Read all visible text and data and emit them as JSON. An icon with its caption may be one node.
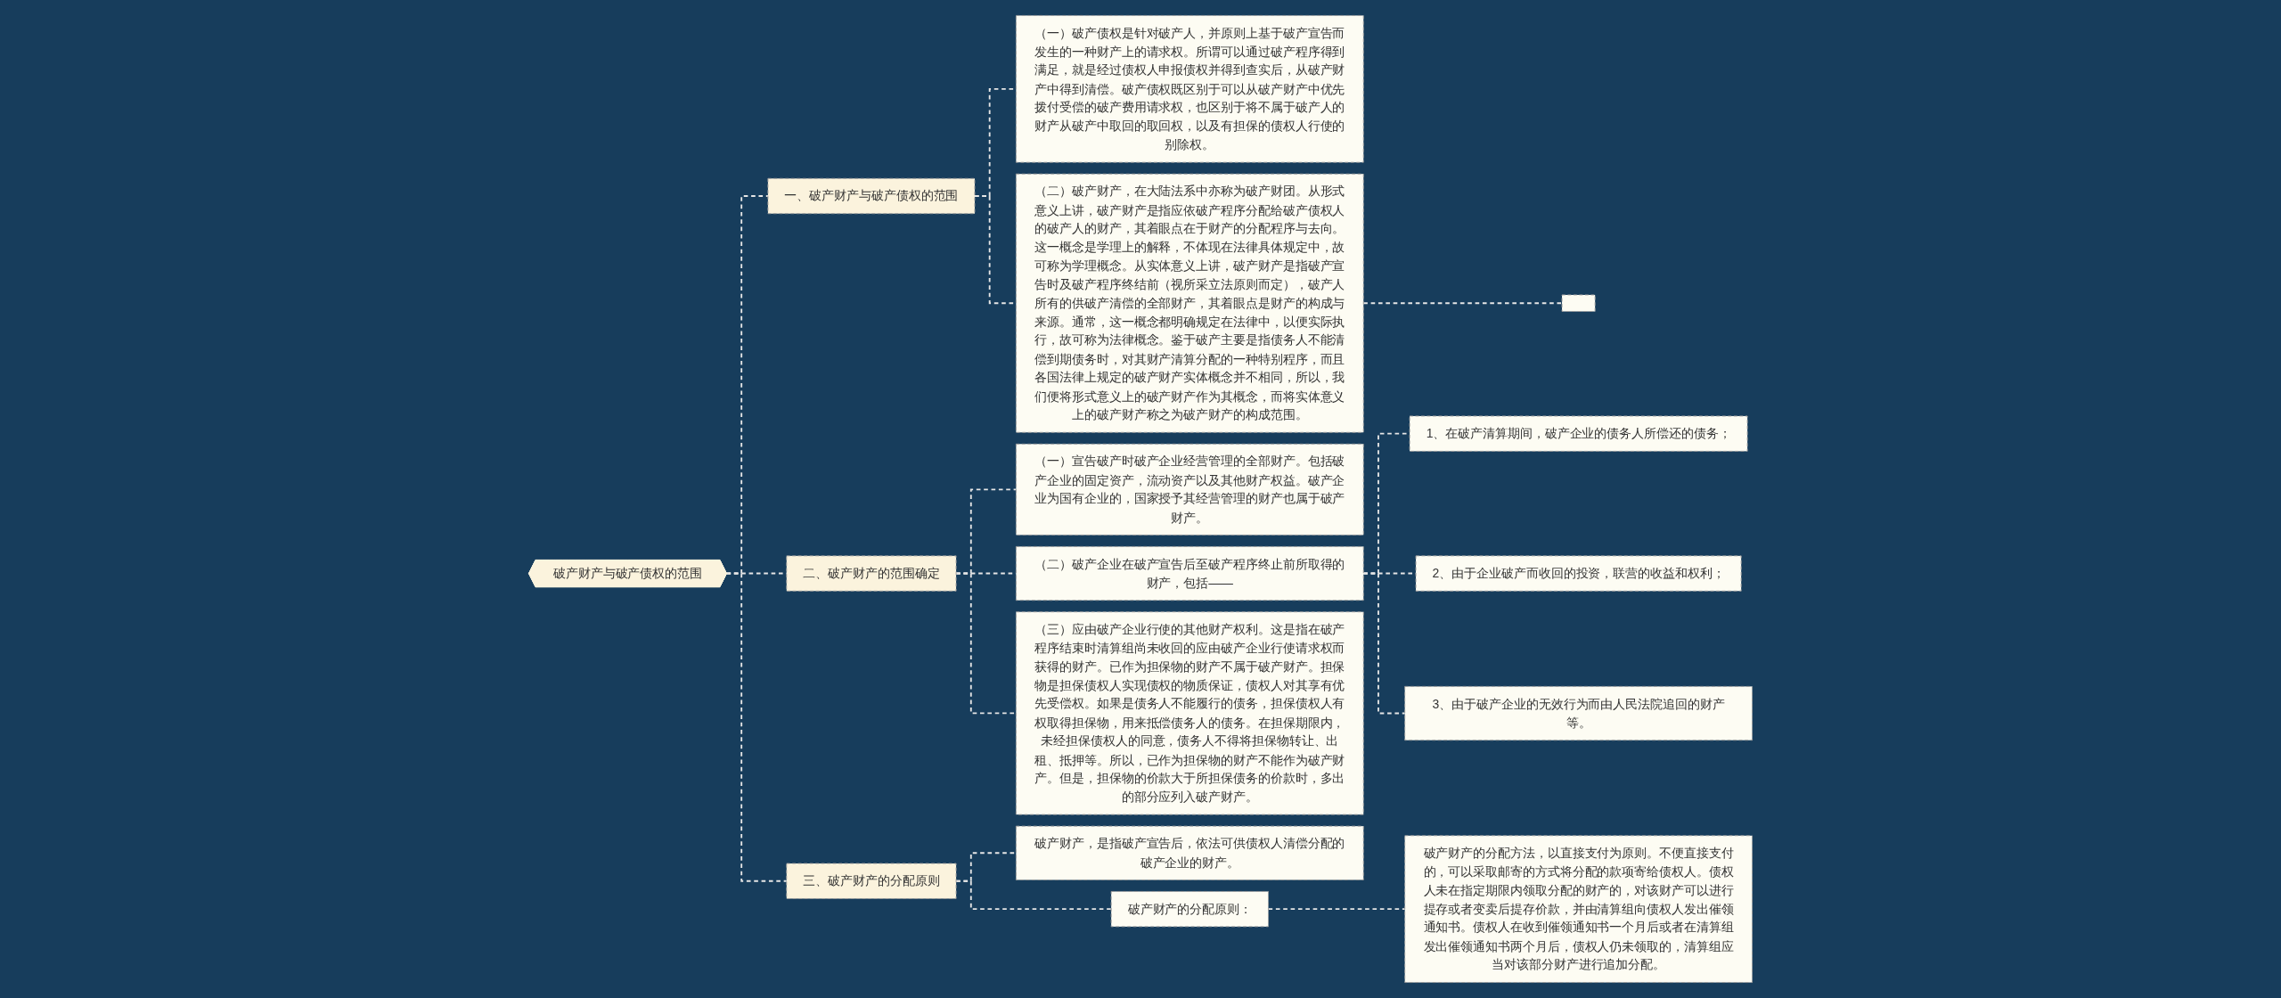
{
  "diagram": {
    "nodes": [
      {
        "text": [
          "破产财产与破产债权的范围"
        ]
      },
      {
        "text": [
          "一、破产财产与破产债权的范围"
        ]
      },
      {
        "text": [
          "（一）破产债权是针对破产人，并原则上基于破产宣告而发生的一种财产上的请求权。所谓可以通过破产程序得到满足，就是经过债权人申报债权并得到查实后，从破产财产中得到清偿。破产债权既区别于可以从破产财产中优先拨付受偿的破产费用请求权，也区别于将不属于破产人的财产从破产中取回的取回权，以及有担保的债权人行使的别除权。"
        ]
      },
      {
        "text": [
          "（二）破产财产，在大陆法系中亦称为破产财团。从形式意义上讲，破产财产是指应依破产程序分配给破产债权人的破产人的财产，其着眼点在于财产的分配程序与去向。这一概念是学理上的解释，不体现在法律具体规定中，故可称为学理概念。从实体意义上讲，破产财产是指破产宣告时及破产程序终结前（视所采立法原则而定），破产人所有的供破产清偿的全部财产，其着眼点是财产的构成与来源。通常，这一概念都明确规定在法律中，以便实际执行，故可称为法律概念。鉴于破产主要是指债务人不能清偿到期债务时，对其财产清算分配的一种特别程序，而且各国法律上规定的破产财产实体概念并不相同，所以，我们便将形式意义上的破产财产作为其概念，而将实体意义上的破产财产称之为破产财产的构成范围。"
        ]
      },
      {
        "text": [],
        "shape": "box"
      },
      {
        "text": [
          "二、破产财产的范围确定"
        ]
      },
      {
        "text": [
          "（一）宣告破产时破产企业经营管理的全部财产。包括破产企业的固定资产，流动资产以及其他财产权益。破产企业为国有企业的，国家授予其经营管理的财产也属于破产财产。"
        ]
      },
      {
        "text": [
          "（二）破产企业在破产宣告后至破产程序终止前所取得的财产，包括——"
        ]
      },
      {
        "text": [
          "1、在破产清算期间，破产企业的债务人所偿还的债务；"
        ]
      },
      {
        "text": [
          "2、由于企业破产而收回的投资，联营的收益和权利；"
        ]
      },
      {
        "text": [
          "3、由于破产企业的无效行为而由人民法院追回的财产等。"
        ]
      },
      {
        "text": [
          "（三）应由破产企业行使的其他财产权利。这是指在破产程序结束时清算组尚未收回的应由破产企业行使请求权而获得的财产。已作为担保物的财产不属于破产财产。担保物是担保债权人实现债权的物质保证，债权人对其享有优先受偿权。如果是债务人不能履行的债务，担保债权人有权取得担保物，用来抵偿债务人的债务。在担保期限内，未经担保债权人的同意，债务人不得将担保物转让、出租、抵押等。所以，已作为担保物的财产不能作为破产财产。但是，担保物的价款大于所担保债务的价款时，多出的部分应列入破产财产。"
        ]
      },
      {
        "text": [
          "三、破产财产的分配原则"
        ]
      },
      {
        "text": [
          "破产财产，是指破产宣告后，依法可供债权人清偿分配的破产企业的财产。"
        ]
      },
      {
        "text": [
          "破产财产的分配原则："
        ]
      },
      {
        "text": [
          "破产财产的分配方法，以直接支付为原则。不便直接支付的，可以采取邮寄的方式将分配的款项寄给债权人。债权人未在指定期限内领取分配的财产的，对该财产可以进行提存或者变卖后提存价款，并由清算组向债权人发出催领通知书。债权人在收到催领通知书一个月后或者在清算组发出催领通知书两个月后，债权人仍未领取的，清算组应当对该部分财产进行追加分配。"
        ]
      }
    ],
    "edges": [
      {
        "from": 0,
        "to": 1,
        "arrow": "none"
      },
      {
        "from": 1,
        "to": 2,
        "arrow": "none"
      },
      {
        "from": 1,
        "to": 3,
        "arrow": "none"
      },
      {
        "from": 3,
        "to": 4,
        "arrow": "none"
      },
      {
        "from": 0,
        "to": 5,
        "arrow": "none"
      },
      {
        "from": 5,
        "to": 6,
        "arrow": "none"
      },
      {
        "from": 5,
        "to": 7,
        "arrow": "none"
      },
      {
        "from": 7,
        "to": 8,
        "arrow": "none"
      },
      {
        "from": 7,
        "to": 9,
        "arrow": "none"
      },
      {
        "from": 7,
        "to": 10,
        "arrow": "none"
      },
      {
        "from": 5,
        "to": 11,
        "arrow": "none"
      },
      {
        "from": 0,
        "to": 12,
        "arrow": "none"
      },
      {
        "from": 12,
        "to": 13,
        "arrow": "none"
      },
      {
        "from": 12,
        "to": 14,
        "arrow": "none"
      },
      {
        "from": 14,
        "to": 15,
        "arrow": "none"
      }
    ]
  }
}
